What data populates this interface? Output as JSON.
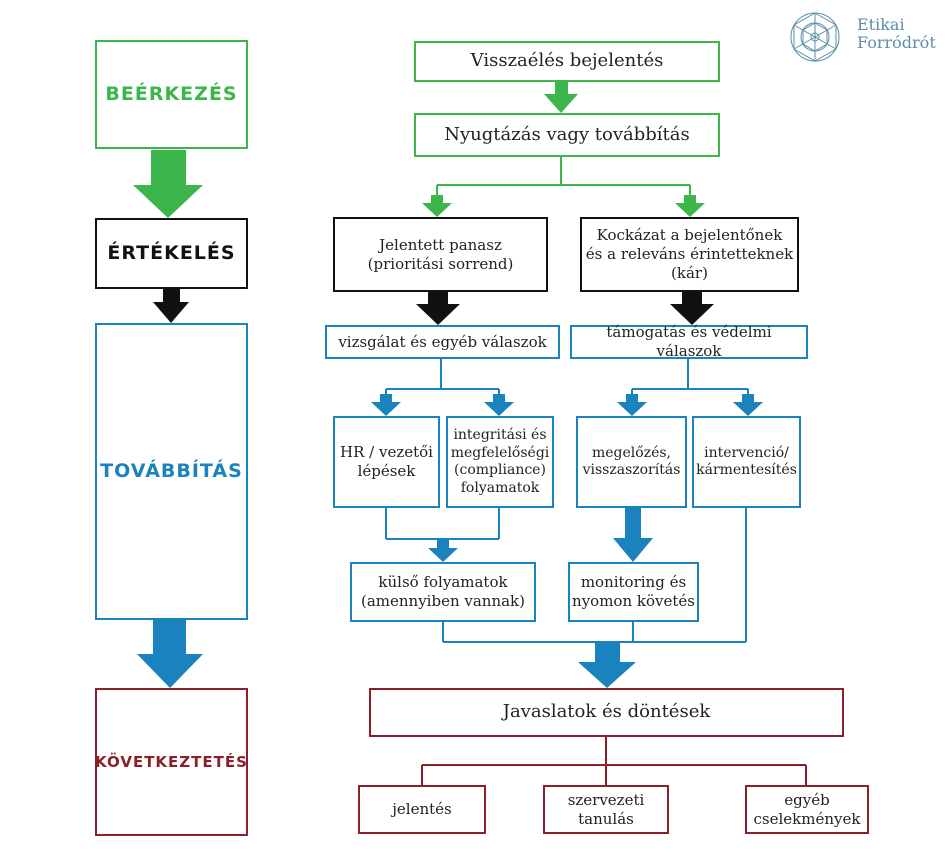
{
  "logo": {
    "line1": "Etikai",
    "line2": "Forródrót"
  },
  "stages": {
    "beerkezes": "BEÉRKEZÉS",
    "ertekeles": "ÉRTÉKELÉS",
    "tovabbitas": "TOVÁBBÍTÁS",
    "kovetkeztetes": "KÖVETKEZTETÉS"
  },
  "nodes": {
    "bejelentes": "Visszaélés bejelentés",
    "nyugtazas": "Nyugtázás vagy továbbítás",
    "panasz": "Jelentett panasz\n(prioritási sorrend)",
    "kockazat": "Kockázat a bejelentőnek\nés a releváns érintetteknek\n(kár)",
    "vizsgalat": "vizsgálat és egyéb válaszok",
    "tamogatas": "támogatás és védelmi válaszok",
    "hr": "HR / vezetői\nlépések",
    "integritasi": "integritási és\nmegfelelőségi\n(compliance)\nfolyamatok",
    "megelozes": "megelőzés,\nvisszaszorítás",
    "intervencio": "intervenció/\nkármentesítés",
    "kulso": "külső folyamatok\n(amennyiben vannak)",
    "monitoring": "monitoring és\nnyomon követés",
    "javaslatok": "Javaslatok és döntések",
    "jelentes": "jelentés",
    "szervezeti": "szervezeti\ntanulás",
    "egyeb": "egyéb\ncselekmények"
  },
  "colors": {
    "green": "#3cb54a",
    "black": "#111111",
    "blue": "#1a82bd",
    "red": "#8b1f2a"
  }
}
